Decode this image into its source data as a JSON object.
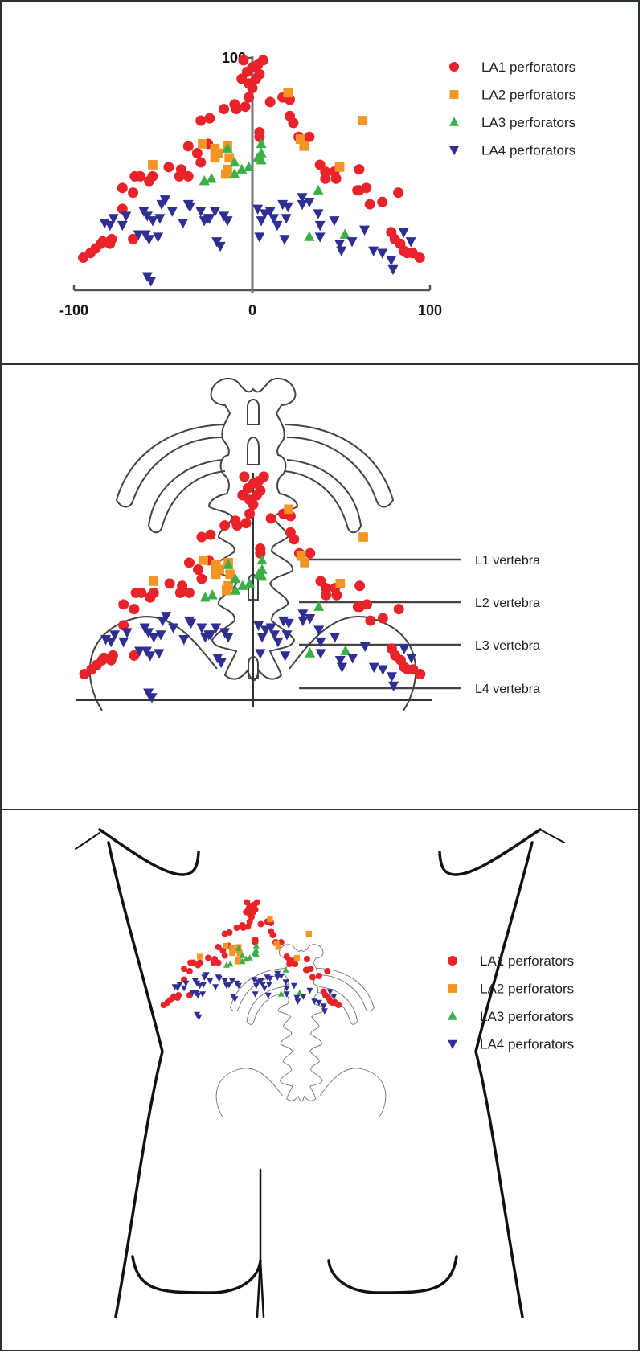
{
  "legend": [
    {
      "label": "LA1 perforators",
      "marker": "circle",
      "color": "#e8232a"
    },
    {
      "label": "LA2 perforators",
      "marker": "square",
      "color": "#f39425"
    },
    {
      "label": "LA3 perforators",
      "marker": "triangle-up",
      "color": "#3cae48"
    },
    {
      "label": "LA4 perforators",
      "marker": "triangle-down",
      "color": "#2f2f93"
    }
  ],
  "vertebra_labels": [
    "L1 vertebra",
    "L2 vertebra",
    "L3 vertebra",
    "L4 vertebra"
  ],
  "chart_data": {
    "type": "scatter",
    "title": "",
    "xlabel": "",
    "ylabel": "",
    "xlim": [
      -100,
      100
    ],
    "ylim": [
      0,
      100
    ],
    "x_ticks": [
      "-100",
      "0",
      "100"
    ],
    "y_ticks": [
      "100"
    ],
    "legend_position": "top-right",
    "series": [
      {
        "name": "LA1 perforators",
        "points": [
          [
            -5,
            99
          ],
          [
            0,
            96
          ],
          [
            3,
            97
          ],
          [
            6,
            99
          ],
          [
            -3,
            94
          ],
          [
            -6,
            91
          ],
          [
            -2,
            89
          ],
          [
            2,
            91
          ],
          [
            4,
            93
          ],
          [
            0,
            87
          ],
          [
            -10,
            80
          ],
          [
            -16,
            78
          ],
          [
            -9,
            78
          ],
          [
            -24,
            74
          ],
          [
            -29,
            73
          ],
          [
            -4,
            79
          ],
          [
            -25,
            63
          ],
          [
            -31,
            59
          ],
          [
            -29,
            55
          ],
          [
            -36,
            62
          ],
          [
            -40,
            52
          ],
          [
            -41,
            49
          ],
          [
            -36,
            49
          ],
          [
            -47,
            53
          ],
          [
            -56,
            49
          ],
          [
            -58,
            47
          ],
          [
            -63,
            49
          ],
          [
            -66,
            49
          ],
          [
            -67,
            42
          ],
          [
            -73,
            44
          ],
          [
            -73,
            35
          ],
          [
            -67,
            22
          ],
          [
            -80,
            20
          ],
          [
            -85,
            20
          ],
          [
            -88,
            18
          ],
          [
            -91,
            16
          ],
          [
            -95,
            14
          ],
          [
            -84,
            21
          ],
          [
            -79,
            22
          ],
          [
            -2,
            83
          ],
          [
            10,
            81
          ],
          [
            17,
            83
          ],
          [
            21,
            82
          ],
          [
            21,
            75
          ],
          [
            23,
            72
          ],
          [
            4,
            68
          ],
          [
            4,
            66
          ],
          [
            26,
            66
          ],
          [
            32,
            66
          ],
          [
            38,
            54
          ],
          [
            41,
            51
          ],
          [
            46,
            51
          ],
          [
            41,
            48
          ],
          [
            47,
            48
          ],
          [
            60,
            52
          ],
          [
            60,
            43
          ],
          [
            59,
            43
          ],
          [
            64,
            44
          ],
          [
            82,
            42
          ],
          [
            66,
            37
          ],
          [
            73,
            38
          ],
          [
            78,
            25
          ],
          [
            80,
            22
          ],
          [
            83,
            20
          ],
          [
            85,
            17
          ],
          [
            87,
            16
          ],
          [
            90,
            16
          ],
          [
            94,
            14
          ]
        ]
      },
      {
        "name": "LA2 perforators",
        "points": [
          [
            -28,
            63
          ],
          [
            -21,
            61
          ],
          [
            -19,
            59
          ],
          [
            -21,
            57
          ],
          [
            -14,
            62
          ],
          [
            -13,
            57
          ],
          [
            -14,
            52
          ],
          [
            -15,
            50
          ],
          [
            -56,
            54
          ],
          [
            20,
            85
          ],
          [
            27,
            65
          ],
          [
            29,
            62
          ],
          [
            49,
            53
          ],
          [
            62,
            73
          ]
        ]
      },
      {
        "name": "LA3 perforators",
        "points": [
          [
            -14,
            61
          ],
          [
            -10,
            55
          ],
          [
            -10,
            50
          ],
          [
            -27,
            47
          ],
          [
            -23,
            48
          ],
          [
            -6,
            52
          ],
          [
            5,
            63
          ],
          [
            5,
            59
          ],
          [
            5,
            56
          ],
          [
            3,
            57
          ],
          [
            -2,
            53
          ],
          [
            37,
            43
          ],
          [
            32,
            23
          ],
          [
            52,
            24
          ]
        ]
      },
      {
        "name": "LA4 perforators",
        "points": [
          [
            -49,
            39
          ],
          [
            -51,
            37
          ],
          [
            -61,
            34
          ],
          [
            -59,
            32
          ],
          [
            -56,
            30
          ],
          [
            -78,
            31
          ],
          [
            -80,
            28
          ],
          [
            -83,
            29
          ],
          [
            -73,
            28
          ],
          [
            -71,
            32
          ],
          [
            -64,
            24
          ],
          [
            -60,
            24
          ],
          [
            -58,
            22
          ],
          [
            -53,
            23
          ],
          [
            -36,
            37
          ],
          [
            -35,
            36
          ],
          [
            -39,
            29
          ],
          [
            -29,
            34
          ],
          [
            -25,
            31
          ],
          [
            -27,
            30
          ],
          [
            -21,
            34
          ],
          [
            -16,
            32
          ],
          [
            -14,
            30
          ],
          [
            -24,
            31
          ],
          [
            -20,
            21
          ],
          [
            -18,
            19
          ],
          [
            -59,
            6
          ],
          [
            -57,
            4
          ],
          [
            -45,
            34
          ],
          [
            -52,
            31
          ],
          [
            3,
            35
          ],
          [
            5,
            30
          ],
          [
            7,
            33
          ],
          [
            10,
            34
          ],
          [
            12,
            31
          ],
          [
            17,
            37
          ],
          [
            19,
            31
          ],
          [
            20,
            36
          ],
          [
            14,
            28
          ],
          [
            18,
            22
          ],
          [
            28,
            37
          ],
          [
            32,
            38
          ],
          [
            28,
            40
          ],
          [
            37,
            33
          ],
          [
            38,
            23
          ],
          [
            46,
            30
          ],
          [
            49,
            20
          ],
          [
            50,
            17
          ],
          [
            56,
            21
          ],
          [
            63,
            26
          ],
          [
            68,
            17
          ],
          [
            73,
            16
          ],
          [
            78,
            13
          ],
          [
            79,
            9
          ],
          [
            85,
            25
          ],
          [
            89,
            21
          ],
          [
            4,
            23
          ],
          [
            38,
            28
          ]
        ]
      }
    ]
  }
}
